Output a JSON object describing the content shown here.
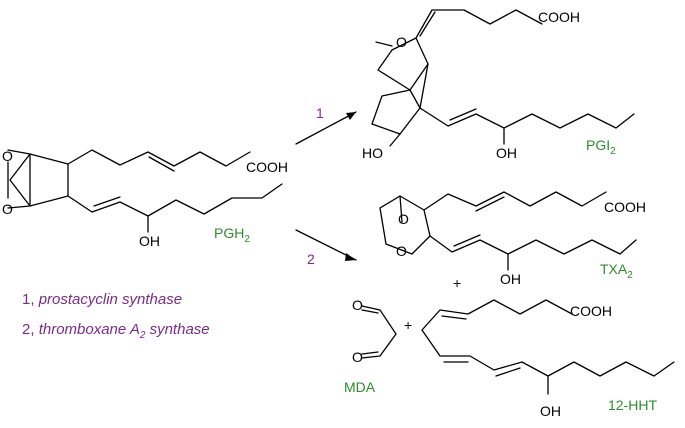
{
  "compounds": {
    "pgh2": {
      "name": "PGH",
      "sub": "2"
    },
    "pgi2": {
      "name": "PGI",
      "sub": "2"
    },
    "txa2": {
      "name": "TXA",
      "sub": "2"
    },
    "mda": "MDA",
    "hht": "12-HHT"
  },
  "atoms": {
    "cooh": "COOH",
    "oh": "OH",
    "ho": "HO",
    "o": "O"
  },
  "arrows": {
    "step1": "1",
    "step2": "2"
  },
  "plus": "+",
  "legend": {
    "line1_num": "1,",
    "line1_text": "prostacyclin synthase",
    "line2_num": "2,",
    "line2_text_a": "thromboxane A",
    "line2_sub": "2",
    "line2_text_b": "synthase"
  },
  "colors": {
    "label_green": "#2e8b2e",
    "legend_purple": "#7a2a8a",
    "bond_black": "#000000"
  }
}
